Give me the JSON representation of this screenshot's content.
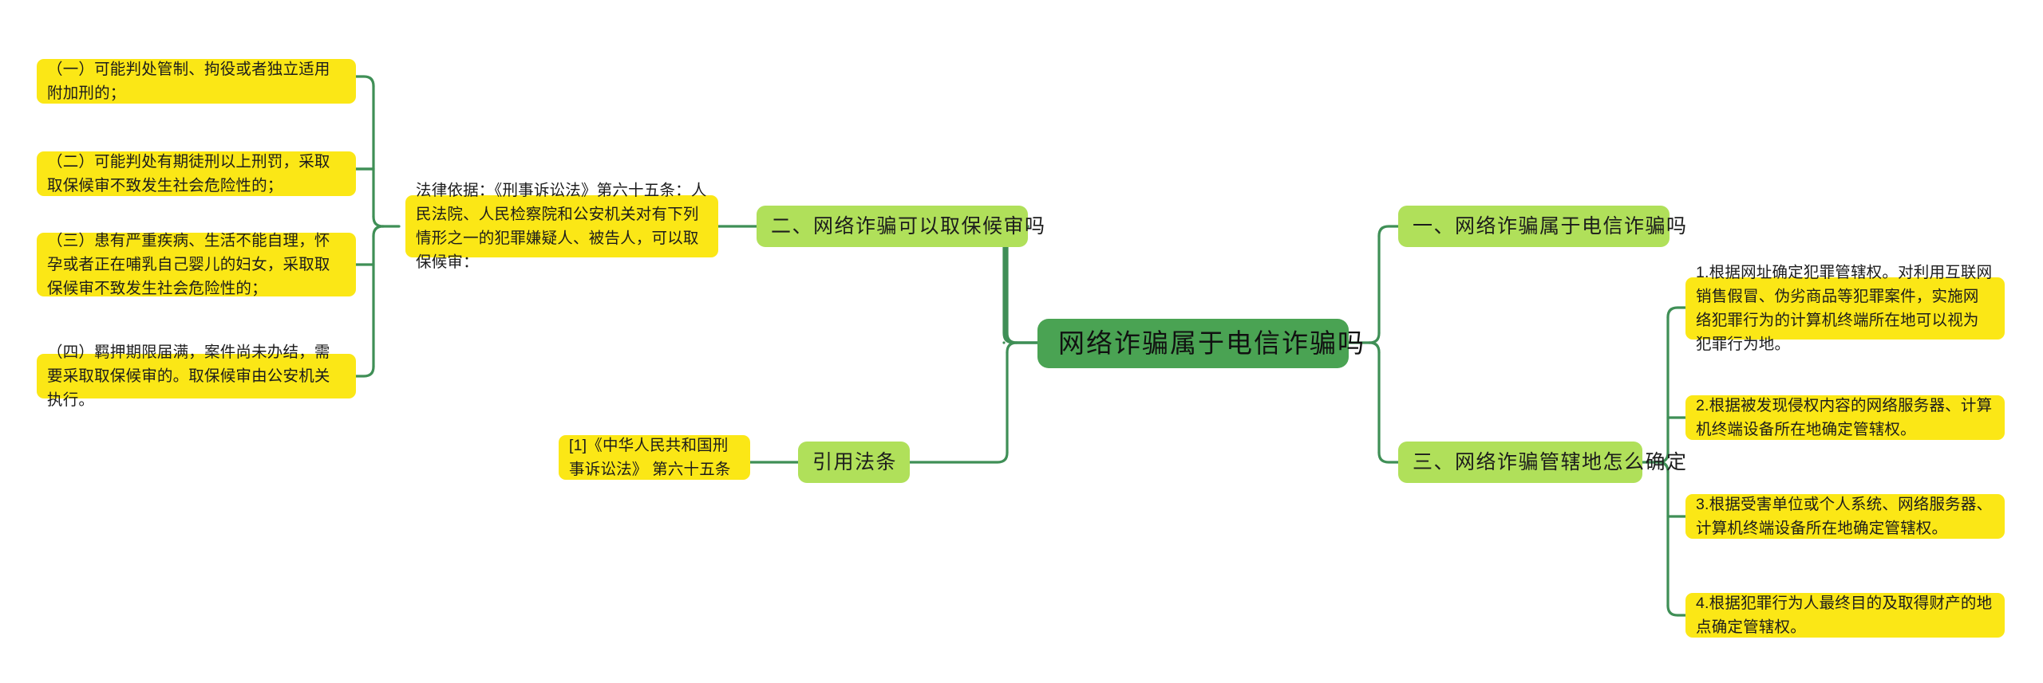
{
  "document": {
    "type": "mind-map",
    "title": "网络诈骗属于电信诈骗吗",
    "background_color": "#ffffff"
  },
  "colors": {
    "root_node": "#4aa353",
    "branch_node": "#b0e05a",
    "leaf_node": "#fbe716",
    "edge": "#3f8f56",
    "text": "#1c1c1c"
  },
  "root": {
    "label": "网络诈骗属于电信诈骗吗"
  },
  "left_branches": [
    {
      "label": "二、网络诈骗可以取保候审吗",
      "detail": "法律依据：《刑事诉讼法》第六十五条：人民法院、人民检察院和公安机关对有下列情形之一的犯罪嫌疑人、被告人，可以取保候审：",
      "items": [
        "（一）可能判处管制、拘役或者独立适用附加刑的；",
        "（二）可能判处有期徒刑以上刑罚，采取取保候审不致发生社会危险性的；",
        "（三）患有严重疾病、生活不能自理，怀孕或者正在哺乳自己婴儿的妇女，采取取保候审不致发生社会危险性的；",
        "（四）羁押期限届满，案件尚未办结，需要采取取保候审的。取保候审由公安机关执行。"
      ]
    },
    {
      "label": "引用法条",
      "items": [
        "[1]《中华人民共和国刑事诉讼法》 第六十五条"
      ]
    }
  ],
  "right_branches": [
    {
      "label": "一、网络诈骗属于电信诈骗吗",
      "items": []
    },
    {
      "label": "三、网络诈骗管辖地怎么确定",
      "items": [
        "1.根据网址确定犯罪管辖权。对利用互联网销售假冒、伪劣商品等犯罪案件，实施网络犯罪行为的计算机终端所在地可以视为犯罪行为地。",
        "2.根据被发现侵权内容的网络服务器、计算机终端设备所在地确定管辖权。",
        "3.根据受害单位或个人系统、网络服务器、计算机终端设备所在地确定管辖权。",
        "4.根据犯罪行为人最终目的及取得财产的地点确定管辖权。"
      ]
    }
  ]
}
